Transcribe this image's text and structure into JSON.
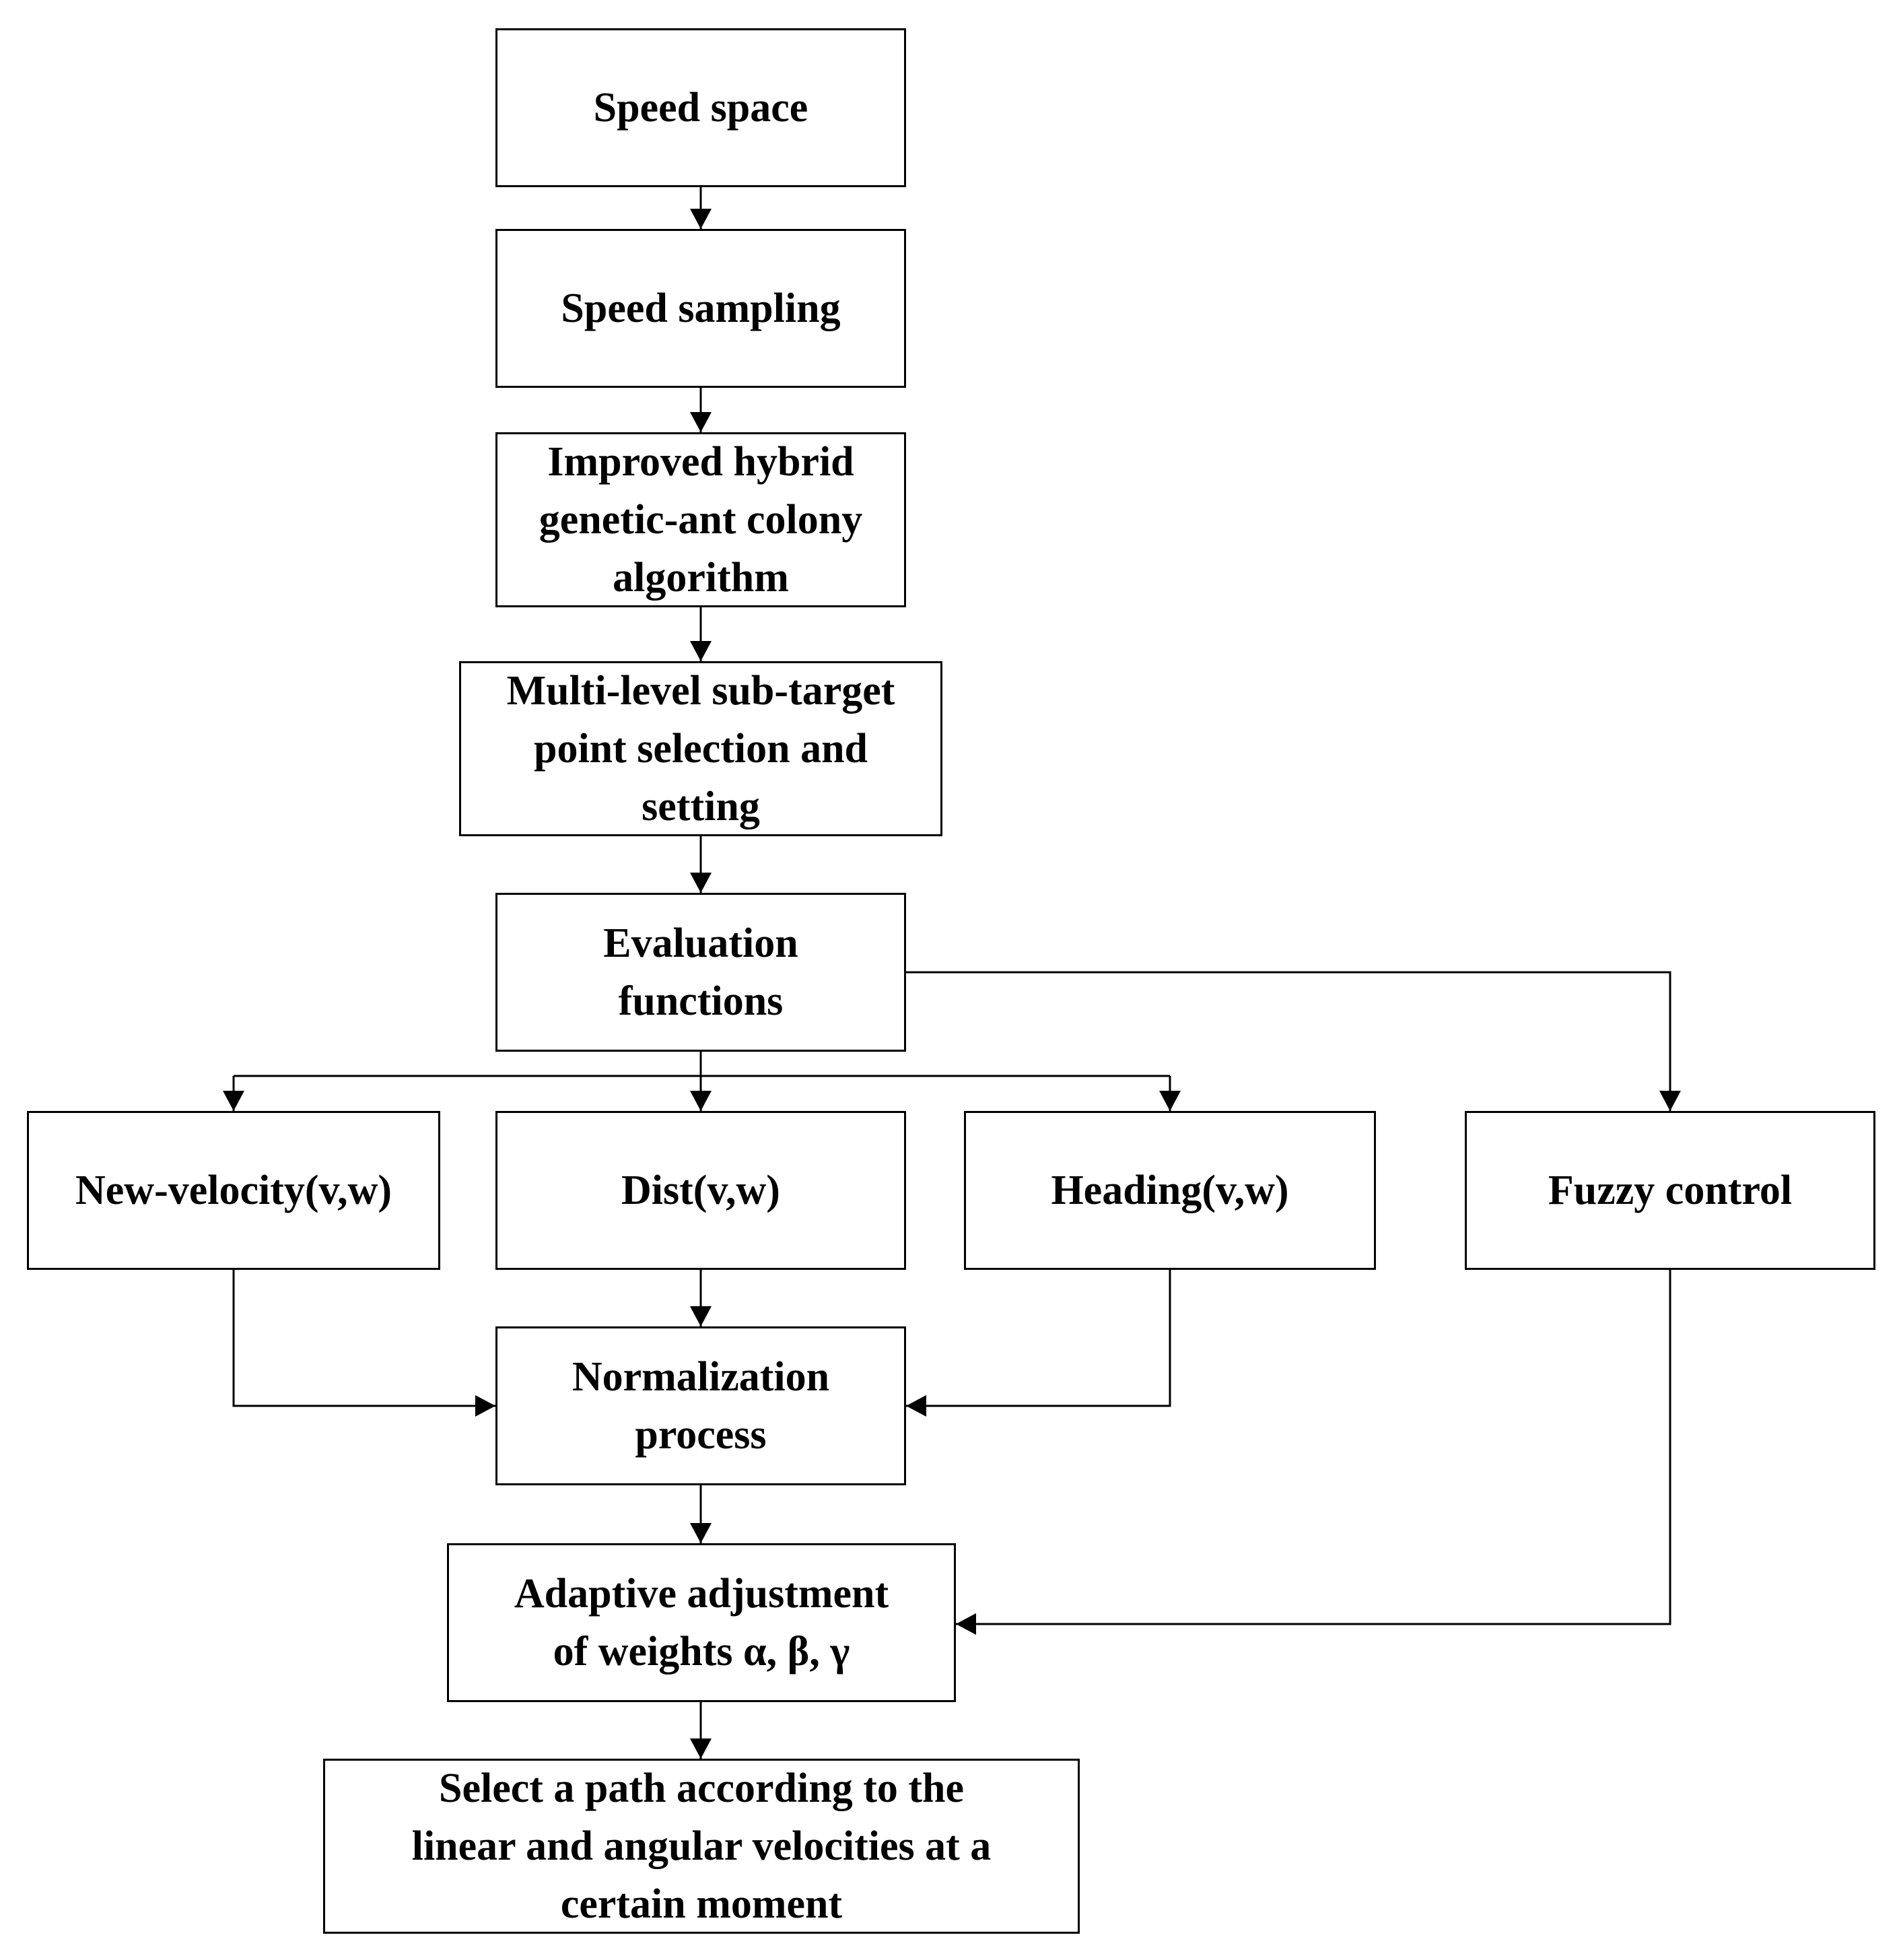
{
  "nodes": {
    "speed_space": "Speed space",
    "speed_sampling": "Speed sampling",
    "hybrid_algorithm": [
      "Improved hybrid",
      "genetic-ant colony",
      "algorithm"
    ],
    "subtarget_selection": [
      "Multi-level sub-target",
      "point selection and",
      "setting"
    ],
    "evaluation_functions": [
      "Evaluation",
      "functions"
    ],
    "new_velocity": "New-velocity(v,w)",
    "dist": "Dist(v,w)",
    "heading": "Heading(v,w)",
    "fuzzy_control": "Fuzzy control",
    "normalization": [
      "Normalization",
      "process"
    ],
    "adaptive_weights": [
      "Adaptive adjustment",
      "of weights α, β, γ"
    ],
    "select_path": [
      "Select a path according to the",
      "linear and angular velocities at a",
      "certain moment"
    ]
  },
  "edges": [
    {
      "from": "speed_space",
      "to": "speed_sampling"
    },
    {
      "from": "speed_sampling",
      "to": "hybrid_algorithm"
    },
    {
      "from": "hybrid_algorithm",
      "to": "subtarget_selection"
    },
    {
      "from": "subtarget_selection",
      "to": "evaluation_functions"
    },
    {
      "from": "evaluation_functions",
      "to": "new_velocity"
    },
    {
      "from": "evaluation_functions",
      "to": "dist"
    },
    {
      "from": "evaluation_functions",
      "to": "heading"
    },
    {
      "from": "evaluation_functions",
      "to": "fuzzy_control"
    },
    {
      "from": "new_velocity",
      "to": "normalization"
    },
    {
      "from": "dist",
      "to": "normalization"
    },
    {
      "from": "heading",
      "to": "normalization"
    },
    {
      "from": "normalization",
      "to": "adaptive_weights"
    },
    {
      "from": "fuzzy_control",
      "to": "adaptive_weights"
    },
    {
      "from": "adaptive_weights",
      "to": "select_path"
    }
  ]
}
